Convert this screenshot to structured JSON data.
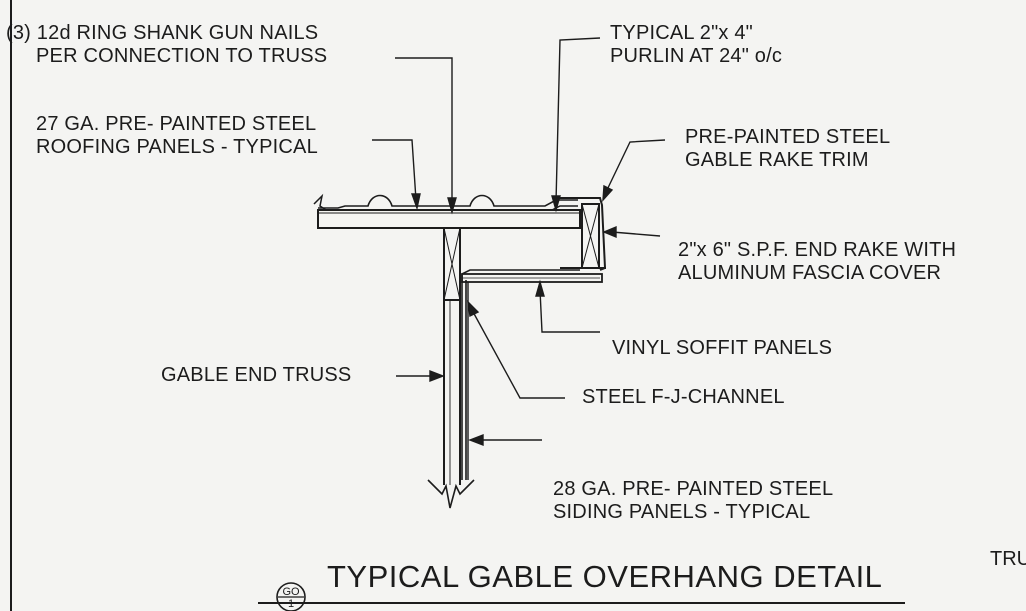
{
  "labels": {
    "nails": [
      "(3) 12d RING SHANK GUN NAILS",
      "PER CONNECTION TO TRUSS"
    ],
    "purlin": [
      "TYPICAL 2\"x 4\"",
      "PURLIN AT 24\" o/c"
    ],
    "roofing": [
      "27 GA. PRE- PAINTED STEEL",
      "ROOFING PANELS - TYPICAL"
    ],
    "rake_trim": [
      "PRE-PAINTED STEEL",
      "GABLE RAKE TRIM"
    ],
    "end_rake": [
      "2\"x 6\" S.P.F. END RAKE WITH",
      "ALUMINUM FASCIA COVER"
    ],
    "soffit": [
      "VINYL SOFFIT PANELS"
    ],
    "truss": [
      "GABLE END TRUSS"
    ],
    "channel": [
      "STEEL F-J-CHANNEL"
    ],
    "siding": [
      "28 GA. PRE- PAINTED STEEL",
      "SIDING PANELS - TYPICAL"
    ]
  },
  "title": {
    "text": "TYPICAL GABLE OVERHANG DETAIL",
    "tag_top": "GO",
    "tag_bottom": "1"
  },
  "edge_text": "TRU"
}
